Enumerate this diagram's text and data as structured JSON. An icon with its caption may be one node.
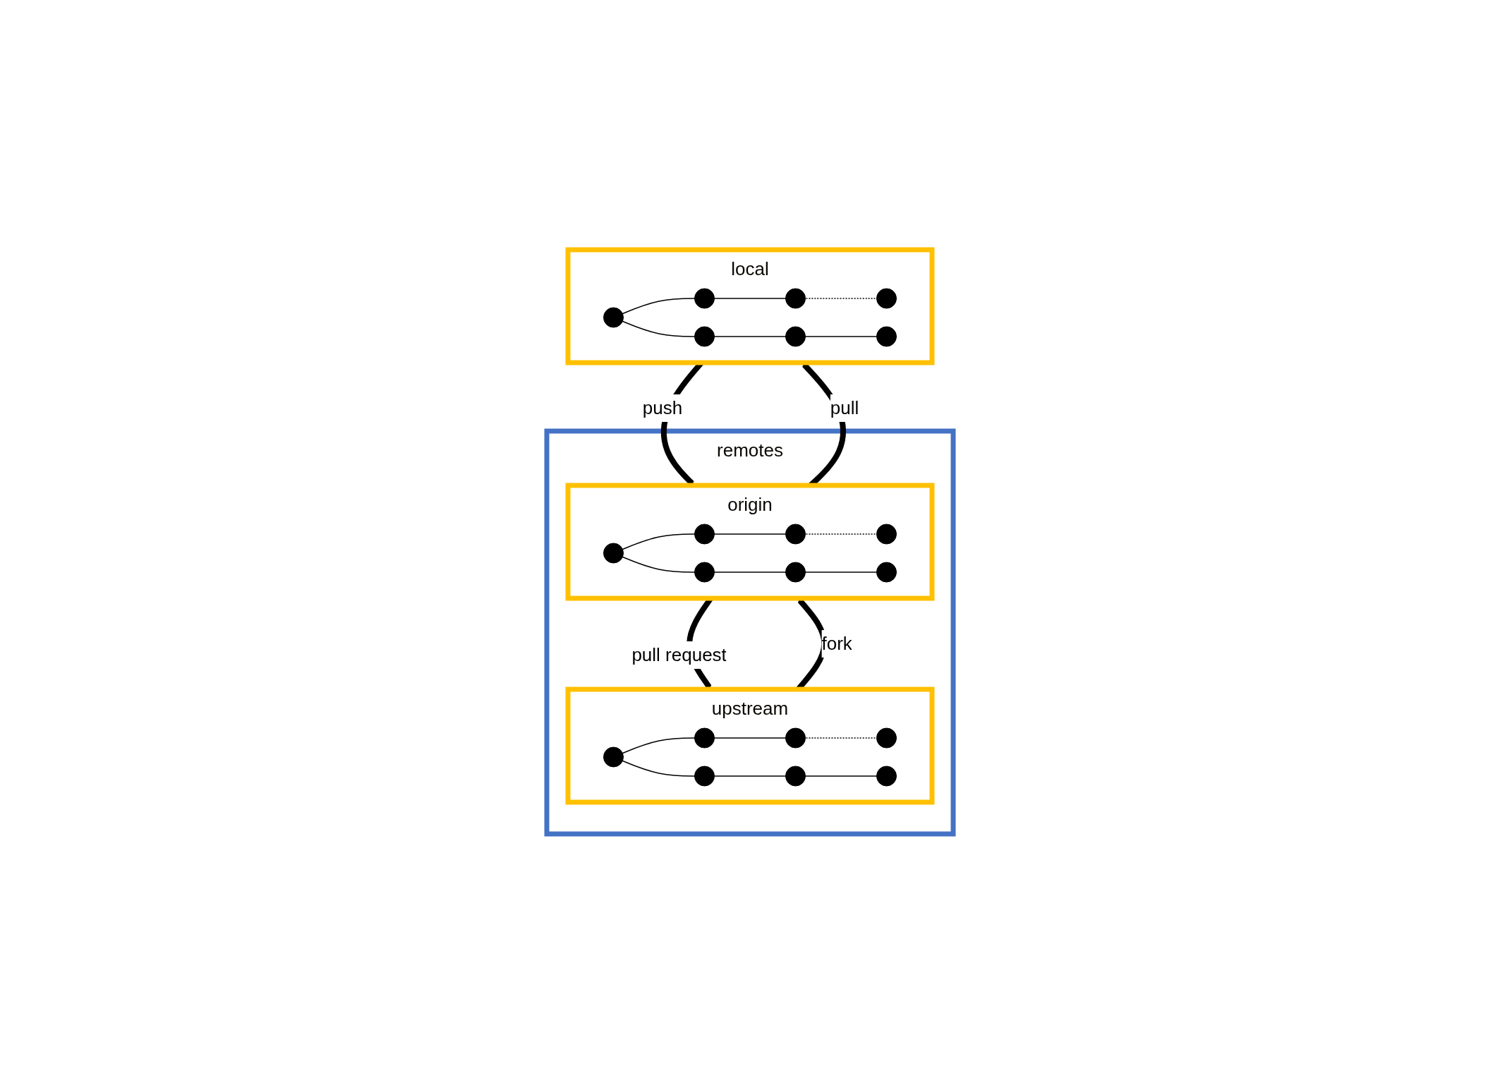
{
  "diagram": {
    "nodes": [
      {
        "text": [
          "remotes"
        ]
      },
      {
        "text": [
          "upstream"
        ],
        "in": 0
      },
      {
        "text": [],
        "shape": "circle",
        "in": 1
      },
      {
        "text": [],
        "shape": "circle",
        "in": 1
      },
      {
        "text": [],
        "shape": "circle",
        "in": 1
      },
      {
        "text": [],
        "shape": "circle",
        "in": 1
      },
      {
        "text": [],
        "shape": "circle",
        "in": 1
      },
      {
        "text": [],
        "shape": "circle",
        "in": 1
      },
      {
        "text": [],
        "shape": "circle",
        "in": 1
      },
      {
        "text": [
          "origin"
        ],
        "in": 0
      },
      {
        "text": [],
        "shape": "circle",
        "in": 9
      },
      {
        "text": [],
        "shape": "circle",
        "in": 9
      },
      {
        "text": [],
        "shape": "circle",
        "in": 9
      },
      {
        "text": [],
        "shape": "circle",
        "in": 9
      },
      {
        "text": [],
        "shape": "circle",
        "in": 9
      },
      {
        "text": [],
        "shape": "circle",
        "in": 9
      },
      {
        "text": [],
        "shape": "circle",
        "in": 9
      },
      {
        "text": [
          "local"
        ]
      },
      {
        "text": [],
        "shape": "circle",
        "in": 17
      },
      {
        "text": [],
        "shape": "circle",
        "in": 17
      },
      {
        "text": [],
        "shape": "circle",
        "in": 17
      },
      {
        "text": [],
        "shape": "circle",
        "in": 17
      },
      {
        "text": [],
        "shape": "circle",
        "in": 17
      },
      {
        "text": [],
        "shape": "circle",
        "in": 17
      },
      {
        "text": [],
        "shape": "circle",
        "in": 17
      }
    ],
    "edges": [
      {
        "from": 1,
        "to": 9,
        "arrow": "to",
        "label": "fork",
        "style": "thick"
      },
      {
        "from": 9,
        "to": 1,
        "arrow": "to",
        "label": "pull request",
        "style": "thick"
      },
      {
        "from": 9,
        "to": 17,
        "arrow": "to",
        "label": "pull",
        "style": "thick"
      },
      {
        "from": 17,
        "to": 9,
        "arrow": "to",
        "label": "push",
        "style": "thick"
      },
      {
        "from": 2,
        "to": 3,
        "arrow": "none"
      },
      {
        "from": 3,
        "to": 4,
        "arrow": "none"
      },
      {
        "from": 4,
        "to": 5,
        "arrow": "none",
        "style": "dashed"
      },
      {
        "from": 2,
        "to": 6,
        "arrow": "none"
      },
      {
        "from": 6,
        "to": 7,
        "arrow": "none"
      },
      {
        "from": 7,
        "to": 8,
        "arrow": "none"
      },
      {
        "from": 10,
        "to": 11,
        "arrow": "none"
      },
      {
        "from": 11,
        "to": 12,
        "arrow": "none"
      },
      {
        "from": 12,
        "to": 13,
        "arrow": "none",
        "style": "dashed"
      },
      {
        "from": 10,
        "to": 14,
        "arrow": "none"
      },
      {
        "from": 14,
        "to": 15,
        "arrow": "none"
      },
      {
        "from": 15,
        "to": 16,
        "arrow": "none"
      },
      {
        "from": 18,
        "to": 19,
        "arrow": "none"
      },
      {
        "from": 19,
        "to": 20,
        "arrow": "none"
      },
      {
        "from": 20,
        "to": 21,
        "arrow": "none",
        "style": "dashed"
      },
      {
        "from": 18,
        "to": 22,
        "arrow": "none"
      },
      {
        "from": 22,
        "to": 23,
        "arrow": "none"
      },
      {
        "from": 23,
        "to": 24,
        "arrow": "none"
      }
    ]
  }
}
